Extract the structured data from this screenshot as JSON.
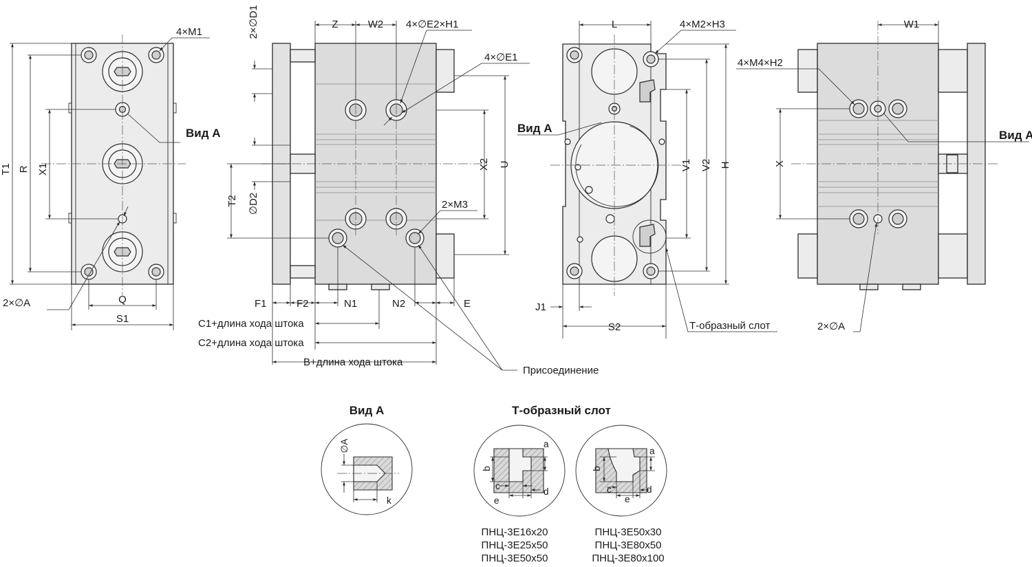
{
  "labels": {
    "m1": "4×M1",
    "vid_a_1": "Вид A",
    "t1": "T1",
    "r": "R",
    "x1": "X1",
    "two_a_1": "2×∅A",
    "q": "Q",
    "s1": "S1",
    "d1": "2×∅D1",
    "z": "Z",
    "w2": "W2",
    "e2h1": "4×∅E2×H1",
    "e1": "4×∅E1",
    "x2": "X2",
    "u": "U",
    "t2": "T2",
    "d2": "∅D2",
    "m3": "2×M3",
    "f1": "F1",
    "f2": "F2",
    "n1": "N1",
    "n2": "N2",
    "e": "E",
    "c1": "C1+длина хода штока",
    "c2": "C2+длина хода штока",
    "b": "B+длина хода штока",
    "prisoedinenie": "Присоединение",
    "l": "L",
    "m2h3": "4×M2×H3",
    "vid_a_3": "Вид A",
    "v1": "V1",
    "v2": "V2",
    "h": "H",
    "j1": "J1",
    "s2": "S2",
    "t_slot_1": "Т-образный слот",
    "w1": "W1",
    "m4h2": "4×M4×H2",
    "vid_a_4": "Вид A",
    "x": "X",
    "two_a_4": "2×∅A",
    "detail_vid_a": "Вид A",
    "detail_t_slot": "Т-образный слот",
    "da": "∅A",
    "k": "k",
    "a1": "a",
    "b1": "b",
    "c1s": "c",
    "d1s": "d",
    "e1s": "e",
    "a2": "a",
    "b2": "b",
    "c2s": "c",
    "d2s": "d",
    "e2s": "e"
  },
  "models_left": [
    "ПНЦ-3Е16х20",
    "ПНЦ-3Е25х50",
    "ПНЦ-3Е50х50"
  ],
  "models_right": [
    "ПНЦ-3Е50х30",
    "ПНЦ-3Е80х50",
    "ПНЦ-3Е80х100"
  ]
}
